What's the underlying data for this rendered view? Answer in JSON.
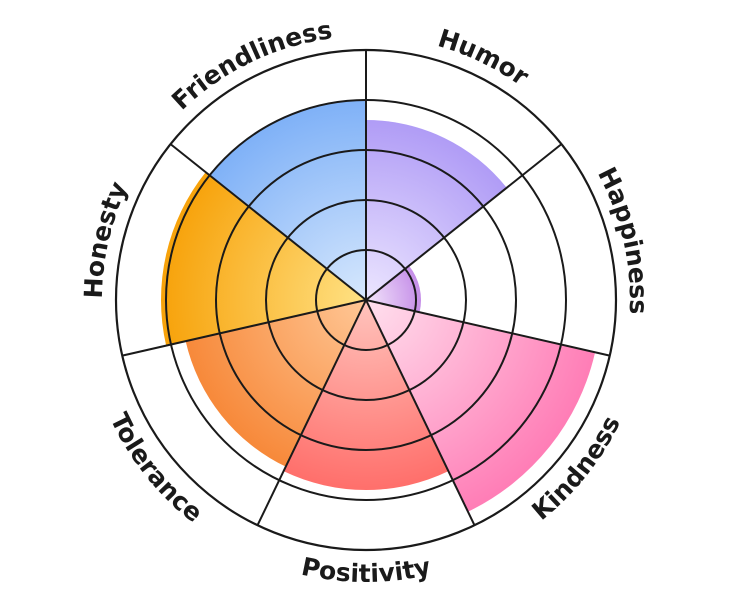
{
  "chart_data": {
    "type": "radial-bar",
    "scale_rings": 5,
    "max_value": 5,
    "categories": [
      {
        "name": "Humor",
        "value": 3.6,
        "color_inner": "#ece6ff",
        "color_outer": "#b09cf6"
      },
      {
        "name": "Happiness",
        "value": 1.1,
        "color_inner": "#f3e6fb",
        "color_outer": "#c58ee8"
      },
      {
        "name": "Kindness",
        "value": 4.7,
        "color_inner": "#ffe0ee",
        "color_outer": "#ff7db6"
      },
      {
        "name": "Positivity",
        "value": 3.8,
        "color_inner": "#ffc4bd",
        "color_outer": "#ff6f6b"
      },
      {
        "name": "Tolerance",
        "value": 3.7,
        "color_inner": "#ffc796",
        "color_outer": "#f7893a"
      },
      {
        "name": "Honesty",
        "value": 4.1,
        "color_inner": "#ffe285",
        "color_outer": "#f7a20a"
      },
      {
        "name": "Friendliness",
        "value": 4.0,
        "color_inner": "#d7e8fd",
        "color_outer": "#7fb1f7"
      }
    ]
  }
}
